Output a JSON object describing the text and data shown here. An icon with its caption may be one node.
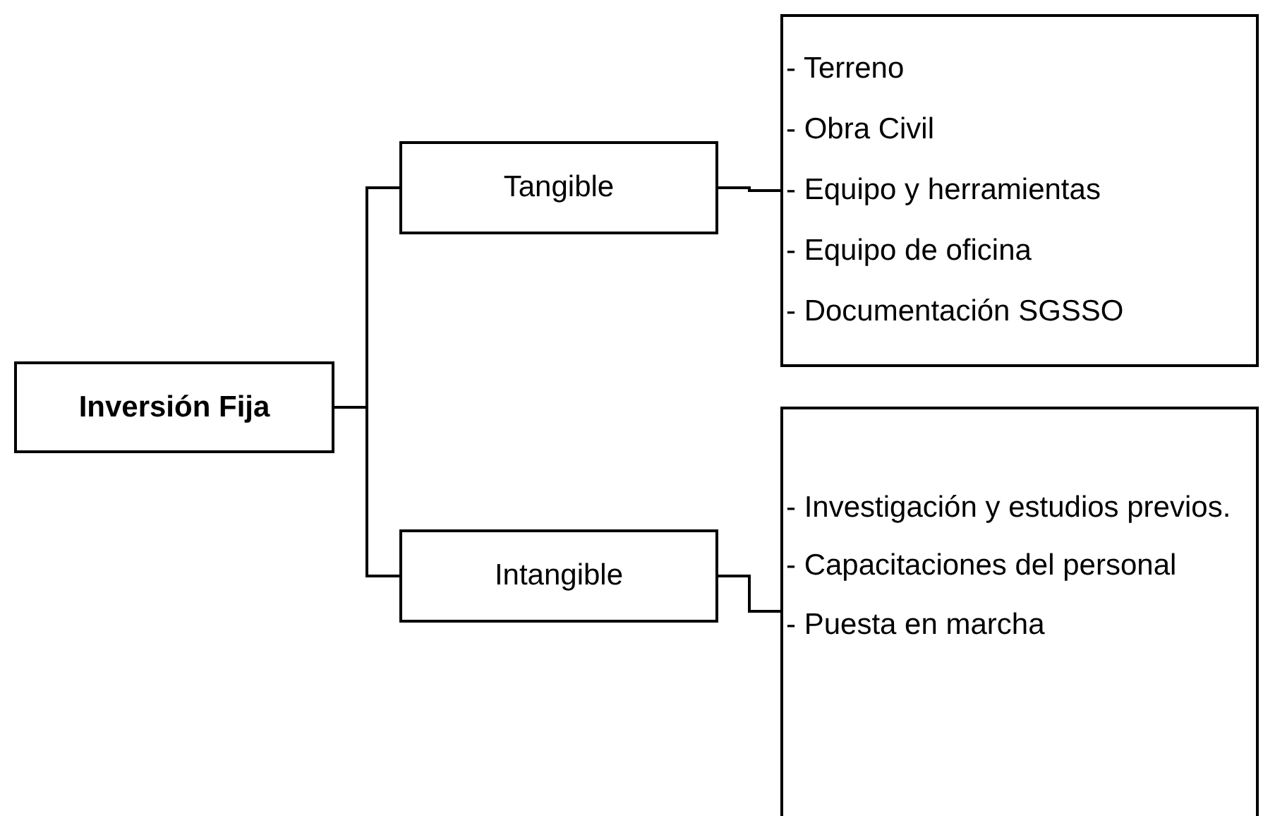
{
  "diagram": {
    "nodes": [
      {
        "text": [
          "Inversión Fija"
        ]
      },
      {
        "text": [
          "Tangible"
        ]
      },
      {
        "text": [
          "Intangible"
        ]
      },
      {
        "text": [
          "- Terreno",
          "- Obra Civil",
          "- Equipo y herramientas",
          "- Equipo de oficina",
          "- Documentación SGSSO"
        ]
      },
      {
        "text": [
          "- Investigación y estudios previos.",
          "- Capacitaciones del personal",
          "- Puesta en marcha"
        ]
      }
    ],
    "edges": [
      {
        "from": 0,
        "to": 1,
        "arrow": "none"
      },
      {
        "from": 0,
        "to": 2,
        "arrow": "none"
      },
      {
        "from": 1,
        "to": 3,
        "arrow": "none"
      },
      {
        "from": 2,
        "to": 4,
        "arrow": "none"
      }
    ]
  }
}
